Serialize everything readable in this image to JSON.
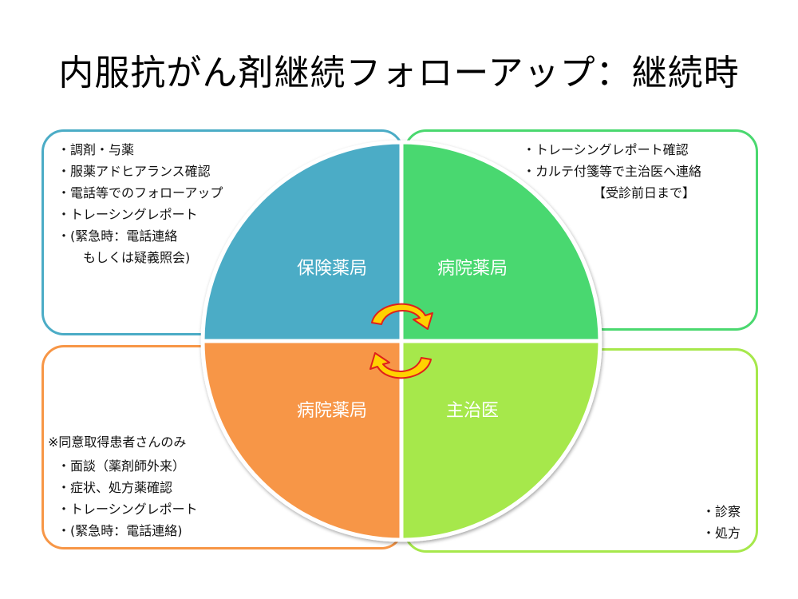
{
  "title": "内服抗がん剤継続フォローアップ：継続時",
  "quadrants": {
    "top_left": "保険薬局",
    "top_right": "病院薬局",
    "bottom_left": "病院薬局",
    "bottom_right": "主治医"
  },
  "boxes": {
    "top_left": [
      "・調剤・与薬",
      "・服薬アドヒアランス確認",
      "・電話等でのフォローアップ",
      "・トレーシングレポート",
      "・(緊急時：電話連絡",
      "　　もしくは疑義照会)"
    ],
    "top_right": [
      "・トレーシングレポート確認",
      "・カルテ付箋等で主治医へ連絡",
      "　　　　　　【受診前日まで】"
    ],
    "bottom_left_note": "※同意取得患者さんのみ",
    "bottom_left": [
      "・面談（薬剤師外来）",
      "・症状、処方薬確認",
      "・トレーシングレポート",
      "・(緊急時：電話連絡)"
    ],
    "bottom_right": [
      "・診察",
      "・処方"
    ]
  },
  "colors": {
    "top_left": "#4bacc6",
    "top_right": "#4ad86f",
    "bottom_left": "#f79646",
    "bottom_right": "#a6e84b",
    "arrow": "#ffd200",
    "arrow_outline": "#e0201b"
  },
  "icons": [
    "cycle-arrow-icon"
  ]
}
